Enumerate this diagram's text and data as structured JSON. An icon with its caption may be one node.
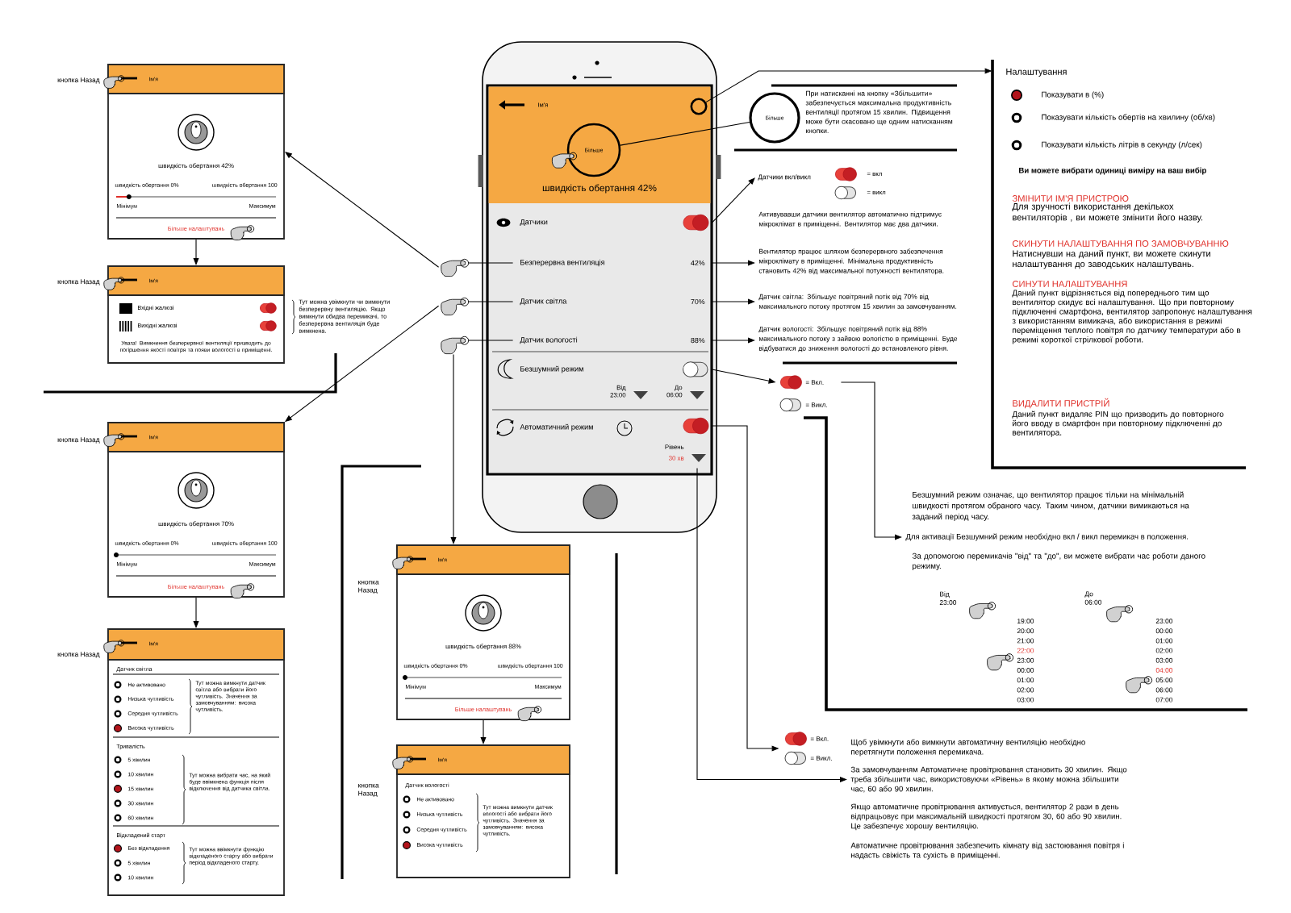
{
  "diagram": {
    "nodes": [
      {
        "text": [],
        "shape": "phone"
      },
      {
        "text": [
          "Ім'я",
          "швидкість обертання 42%"
        ],
        "in": 0
      },
      {
        "text": [],
        "shape": "circle",
        "in": 1
      },
      {
        "text": [
          "Більше"
        ],
        "in": 1
      },
      {
        "text": [
          "Датчики"
        ],
        "in": 0
      },
      {
        "text": [
          "Безперервна вентиляція",
          "42%"
        ],
        "in": 0
      },
      {
        "text": [
          "Датчик світла",
          "70%"
        ],
        "in": 0
      },
      {
        "text": [
          "Датчик вологості",
          "88%"
        ],
        "in": 0
      },
      {
        "text": [
          "Безшумний режим",
          "Від 23:00",
          "До 06:00"
        ],
        "in": 0
      },
      {
        "text": [
          "Автоматичний режим",
          "Рівень",
          "30 хв"
        ],
        "in": 0
      },
      {
        "text": [],
        "shape": "hand"
      },
      {
        "text": [],
        "shape": "hand"
      },
      {
        "text": [],
        "shape": "hand"
      },
      {
        "text": [
          "Ім'я",
          "швидкість обертання 42%",
          "швидкість обертання 0%",
          "швидкість обертання 100",
          "Мінімум",
          "Максимум",
          "Більше налаштувань"
        ],
        "beside": [
          "кнопка Назад"
        ]
      },
      {
        "text": [
          "Ім'я",
          "Вхідні жалюзі",
          "Вихідні жалюзі",
          "Увага! Вимкнення безперервної вентиляції призводить до погіршення якості повітря та появи вологості в приміщенні."
        ],
        "beside": [
          "кнопка Назад",
          "Тут можна увімкнути чи вимкнути безперервну вентиляцію. Якщо вимкнути обидва перемикачі, то безперервна вентиляція буде вимкнена."
        ]
      },
      {
        "text": [
          "Ім'я",
          "швидкість обертання 70%",
          "швидкість обертання 0%",
          "швидкість обертання 100",
          "Мінімум",
          "Максимум",
          "Більше налаштувань"
        ],
        "beside": [
          "кнопка Назад"
        ]
      },
      {
        "text": [
          "Ім'я",
          "Датчик світла",
          "Не активовано",
          "Низька чутливість",
          "Середня чутливість",
          "Висока чутливість",
          "Тут можна вимкнути датчик світла або вибрати його чутливість. Значення за замовчуванням: висока чутливість.",
          "Тривалість",
          "5 хвилин",
          "10 хвилин",
          "15 хвилин",
          "30 хвилин",
          "60 хвилин",
          "Тут можна вибрати час, на який буде ввімкнена функція після відключення від датчика світла.",
          "Відкладений старт",
          "Без відкладення",
          "5 хвилин",
          "10 хвилин",
          "Тут можна ввімкнути функцію відкладеного старту або вибрати період відкладеного старту."
        ],
        "beside": [
          "кнопка Назад"
        ]
      },
      {
        "text": [
          "Ім'я",
          "швидкість обертання 88%",
          "швидкість обертання 0%",
          "швидкість обертання 100",
          "Мінімум",
          "Максимум",
          "Більше налаштувань"
        ],
        "beside": [
          "кнопка Назад"
        ]
      },
      {
        "text": [
          "Ім'я",
          "Датчик вологості",
          "Не активовано",
          "Низька чутливість",
          "Середня чутливість",
          "Висока чутливість",
          "Тут можна вимкнути датчик вологості або вибрати його чутливість. Значення за замовчуванням: висока чутливість."
        ],
        "beside": [
          "кнопка Назад"
        ]
      },
      {
        "text": [
          "При натисканні на кнопку «Збільшити» забезпечується максимальна продуктивність вентиляції протягом 15 хвилин. Підвищення може бути скасовано ще одним натисканням кнопки."
        ]
      },
      {
        "text": [
          "Більше"
        ]
      },
      {
        "text": [
          "Датчики вкл/викл",
          "= вкл",
          "= викл"
        ],
        "beside": [
          "Активувавши датчики вентилятор автоматично підтримує мікроклімат в приміщенні. Вентилятор має два датчики."
        ]
      },
      {
        "text": [
          "Вентилятор працює шляхом безперервного забезпечення мікроклімату в приміщенні. Мінімальна продуктивність становить 42% від максимальної потужності вентилятора."
        ]
      },
      {
        "text": [
          "Датчик світла: Збільшує повітряний потік від 70% від максимального потоку протягом 15 хвилин за замовчуванням."
        ]
      },
      {
        "text": [
          "Датчик вологості: Збільшує повітряний потік від 88% максимального потоку з зайвою вологістю в приміщенні. Буде відбуватися до зниження вологості до встановленого рівня."
        ]
      },
      {
        "text": [
          "= Вкл.",
          "= Викл."
        ]
      },
      {
        "text": [
          "Безшумний режим означає, що вентилятор працює тільки на мінімальній швидкості протягом обраного часу. Таким чином, датчики вимикаються на заданий період часу.",
          "За допомогою перемикачів \"від\" та \"до\", ви можете вибрати час роботи даного режиму.",
          "Від 23:00",
          "19:00",
          "20:00",
          "21:00",
          "22:00",
          "23:00",
          "00:00",
          "01:00",
          "02:00",
          "03:00",
          "До 06:00",
          "23:00",
          "00:00",
          "01:00",
          "02:00",
          "03:00",
          "04:00",
          "05:00",
          "06:00",
          "07:00"
        ]
      },
      {
        "text": [
          "Для активації Безшумний режим необхідно вкл / викл перемикач в положення."
        ],
        "in": 26
      },
      {
        "text": [
          "= Вкл.",
          "= Викл."
        ]
      },
      {
        "text": [
          "За замовчуванням Автоматичне провітрювання становить 30 хвилин. Якщо треба збільшити час, використовуючи «Рівень» в якому можна збільшити час, 60 або 90 хвилин."
        ]
      },
      {
        "text": [
          "Налаштування",
          "Показувати в (%)",
          "Показувати кількість обертів на хвилину (об/хв)",
          "Показувати кількість літрів в секунду (л/сек)",
          "Ви можете вибрати одиниці виміру на ваш вибір",
          "ЗМІНИТИ ІМ'Я ПРИСТРОЮ",
          "Для зручності використання декількох вентиляторів , ви можете змінити його назву.",
          "СКИНУТИ НАЛАШТУВАННЯ ПО ЗАМОВЧУВАННЮ",
          "Натиснувши на даний пункт, ви можете скинути налаштування до заводських налаштувань.",
          "СИНУТИ НАЛАШТУВАННЯ",
          "Даний пункт відрізняється від попереднього тим що вентилятор скидує всі налаштування. Що при повторному підключенні смартфона, вентилятор запропонує налаштування з використанням вимикача, або використання в режимі переміщення теплого повітря по датчику температури або в режимі короткої стрілкової роботи.",
          "ВИДАЛИТИ ПРИСТРІЙ",
          "Даний пункт видаляє PIN що призводить до повторного його вводу в смартфон при повторному підключенні до вентилятора."
        ]
      }
    ],
    "edges": [
      {
        "from": 10,
        "to": 5,
        "arrow": "none"
      },
      {
        "from": 11,
        "to": 6,
        "arrow": "none"
      },
      {
        "from": 12,
        "to": 7,
        "arrow": "none"
      },
      {
        "from": 10,
        "to": 13,
        "arrow": "to"
      },
      {
        "from": 11,
        "to": 15,
        "arrow": "to"
      },
      {
        "from": 12,
        "to": 17,
        "arrow": "to"
      },
      {
        "from": 13,
        "to": 14,
        "arrow": "to"
      },
      {
        "from": 15,
        "to": 16,
        "arrow": "to"
      },
      {
        "from": 17,
        "to": 18,
        "arrow": "to"
      },
      {
        "from": 2,
        "to": 30,
        "arrow": "to"
      },
      {
        "from": 3,
        "to": 20,
        "arrow": "none"
      },
      {
        "from": 4,
        "to": 21,
        "arrow": "to"
      },
      {
        "from": 5,
        "to": 22,
        "arrow": "to"
      },
      {
        "from": 6,
        "to": 23,
        "arrow": "to"
      },
      {
        "from": 7,
        "to": 24,
        "arrow": "to"
      },
      {
        "from": 8,
        "to": 25,
        "arrow": "to"
      },
      {
        "from": 25,
        "to": 27,
        "arrow": "to"
      },
      {
        "from": 9,
        "to": 28,
        "arrow": "to"
      },
      {
        "from": 9,
        "to": 29,
        "arrow": "to"
      }
    ],
    "labels": [
      "Щоб увімкнути або вимкнути автоматичну вентиляцію необхідно перетягнути положення перемикача.",
      "Якщо автоматичне провітрювання активується, вентилятор 2 рази в день відпрацьовує при максимальній швидкості протягом 30, 60 або 90 хвилин. Це забезпечує хорошу вентиляцію.",
      "Автоматичне провітрювання забезпечить кімнату від застоювання повітря і надасть свіжість та сухість в приміщенні."
    ]
  }
}
